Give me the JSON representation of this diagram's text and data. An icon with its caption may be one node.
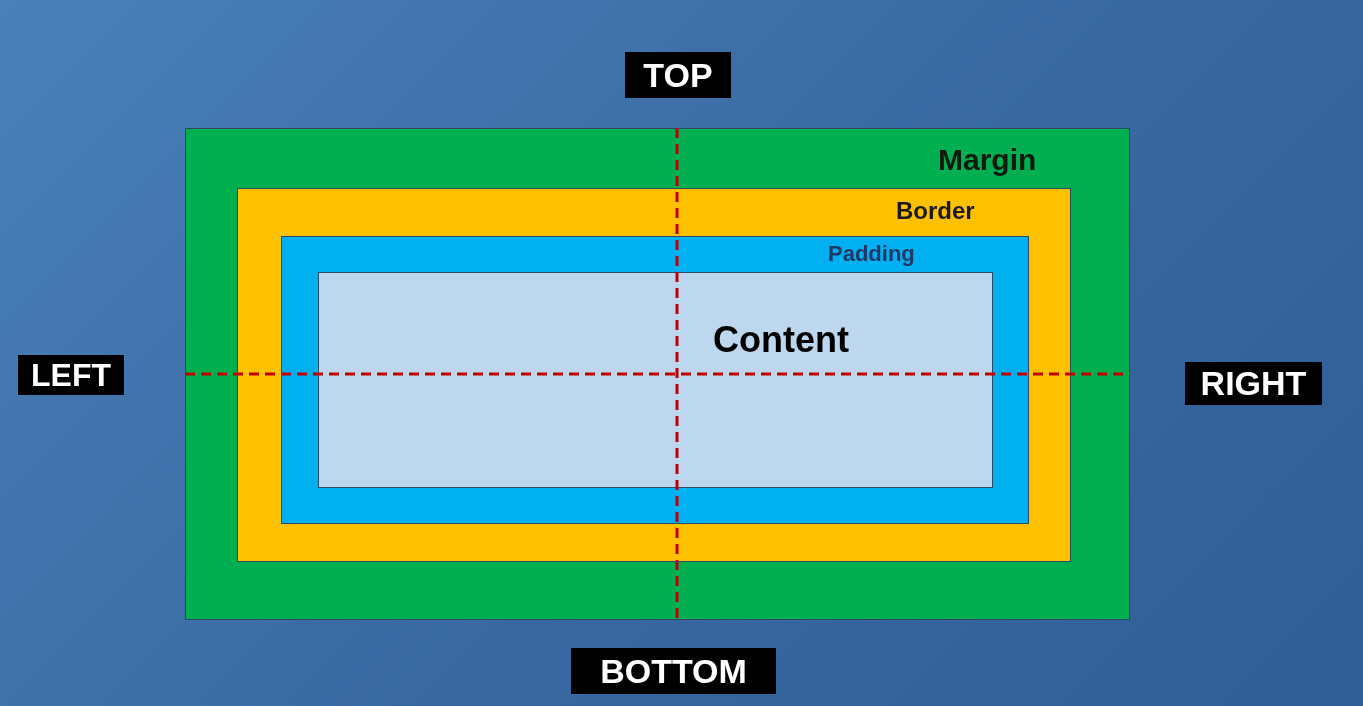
{
  "diagram": {
    "nodes": [
      {
        "text": [
          "TOP"
        ]
      },
      {
        "text": [
          "Margin"
        ]
      },
      {
        "text": [
          "Border"
        ],
        "in": 1
      },
      {
        "text": [
          "Padding"
        ],
        "in": 2
      },
      {
        "text": [
          "Content"
        ],
        "in": 3
      },
      {
        "text": [
          "LEFT"
        ]
      },
      {
        "text": [
          "RIGHT"
        ]
      },
      {
        "text": [
          "BOTTOM"
        ]
      }
    ]
  }
}
